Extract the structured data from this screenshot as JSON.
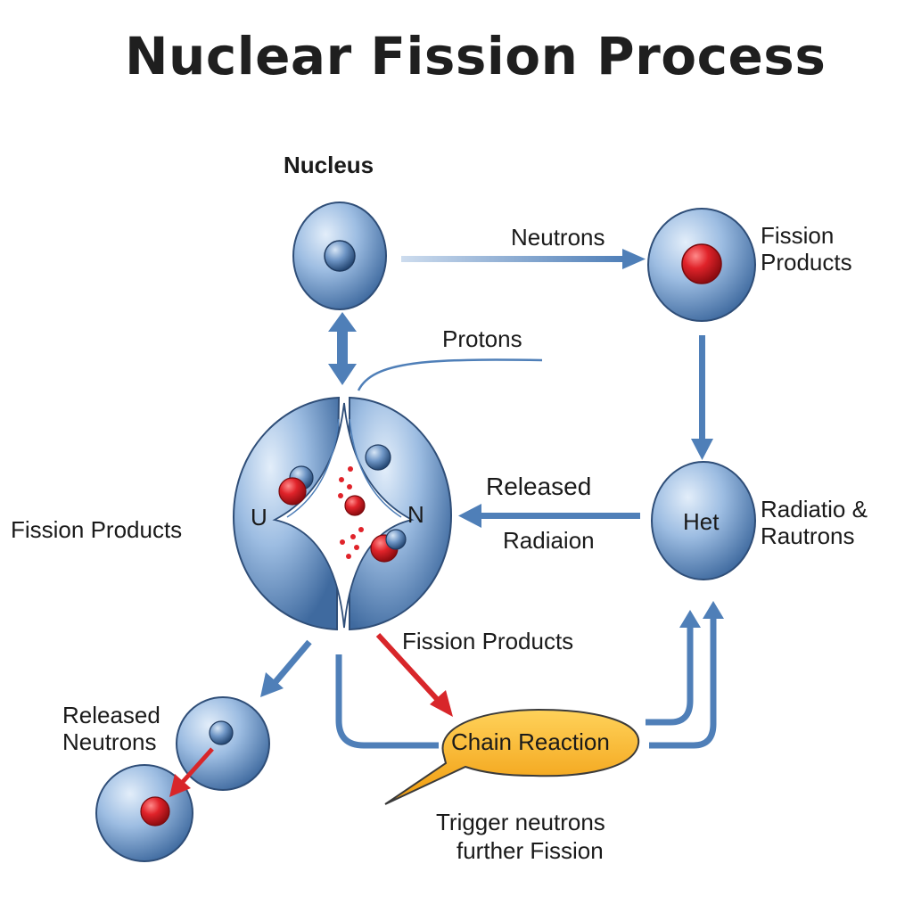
{
  "title": "Nuclear Fission Process",
  "labels": {
    "nucleus": "Nucleus",
    "neutrons": "Neutrons",
    "fission_products_top": "Fission\nProducts",
    "protons": "Protons",
    "fission_products_left": "Fission Products",
    "u": "U",
    "n": "N",
    "released": "Released",
    "radiaion": "Radiaion",
    "het": "Het",
    "radiatio_rautrons": "Radiatio &\nRautrons",
    "fission_products_mid": "Fission Products",
    "released_neutrons": "Released\nNeutrons",
    "chain_reaction": "Chain Reaction",
    "trigger_line1": "Trigger neutrons",
    "trigger_line2": "further Fission"
  },
  "colors": {
    "sphere_fill": "#8fb2d9",
    "sphere_stroke": "#2f4e78",
    "arrow_blue": "#4f7fb8",
    "arrow_red": "#d8262a",
    "particle_red": "#e0232a",
    "chain_bubble": "#f6b418",
    "title_color": "#1f1f1f"
  }
}
